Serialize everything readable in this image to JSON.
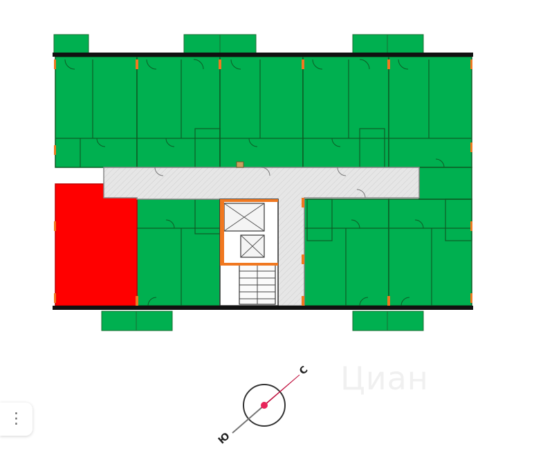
{
  "brand": {
    "watermark_text": "Циан"
  },
  "compass": {
    "north_label": "С",
    "south_label": "Ю"
  },
  "menu": {
    "icon": "kebab-menu-icon",
    "glyph": "⋮"
  },
  "colors": {
    "apartment": "#00b050",
    "selected_apartment": "#ff0000",
    "corridor": "#e4e4e4",
    "wall": "#111111",
    "window_accent": "#f07820",
    "compass_needle": "#e8245a"
  }
}
